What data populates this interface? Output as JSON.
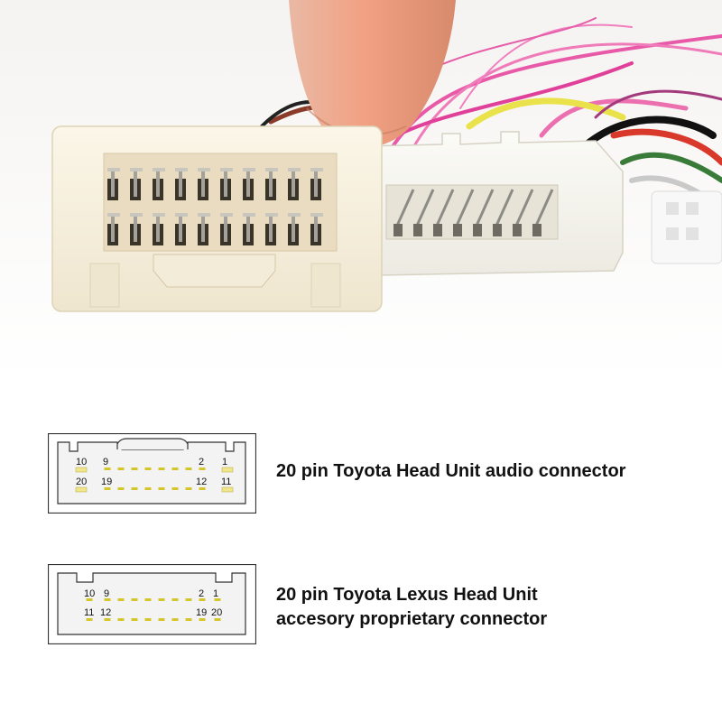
{
  "photo": {
    "subject": "two white automotive head unit wiring harness connectors held by a finger, with multicoloured wires behind"
  },
  "connectors": [
    {
      "caption": "20 pin Toyota Head Unit audio connector",
      "top_row_labels": {
        "left_outer": "10",
        "left_inner": "9",
        "right_inner": "2",
        "right_outer": "1"
      },
      "bottom_row_labels": {
        "left_outer": "20",
        "left_inner": "19",
        "right_inner": "12",
        "right_outer": "11"
      },
      "highlight_color": "#f0e68c",
      "pin_color": "#d4c52a"
    },
    {
      "caption_lines": [
        "20 pin Toyota Lexus Head Unit",
        "accesory proprietary connector"
      ],
      "top_row_labels": {
        "left_outer": "10",
        "left_inner": "9",
        "right_inner": "2",
        "right_outer": "1"
      },
      "bottom_row_labels": {
        "left_outer": "11",
        "left_inner": "12",
        "right_inner": "19",
        "right_outer": "20"
      },
      "pin_color": "#d4c52a"
    }
  ]
}
